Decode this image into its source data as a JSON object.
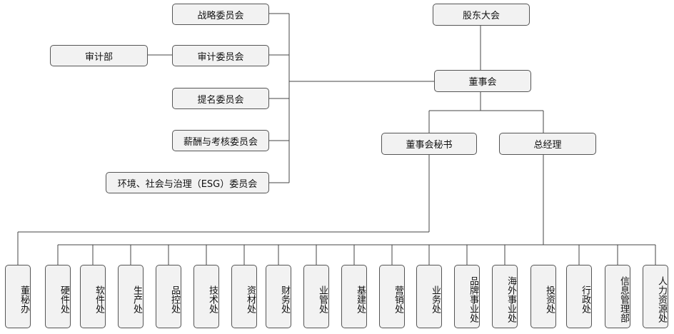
{
  "top": {
    "shareholders": "股东大会",
    "board": "董事会",
    "board_secretary": "董事会秘书",
    "general_manager": "总经理"
  },
  "committees": {
    "strategy": "战略委员会",
    "audit": "审计委员会",
    "audit_dept": "审计部",
    "nomination": "提名委员会",
    "compensation": "薪酬与考核委员会",
    "esg": "环境、社会与治理（ESG）委员会"
  },
  "departments": [
    "董秘办",
    "硬件处",
    "软件处",
    "生产处",
    "品控处",
    "技术处",
    "资材处",
    "财务处",
    "业管处",
    "基建处",
    "营销处",
    "业务处",
    "品牌事业处",
    "海外事业处",
    "投资处",
    "行政处",
    "信息管理部",
    "人力资源处"
  ]
}
